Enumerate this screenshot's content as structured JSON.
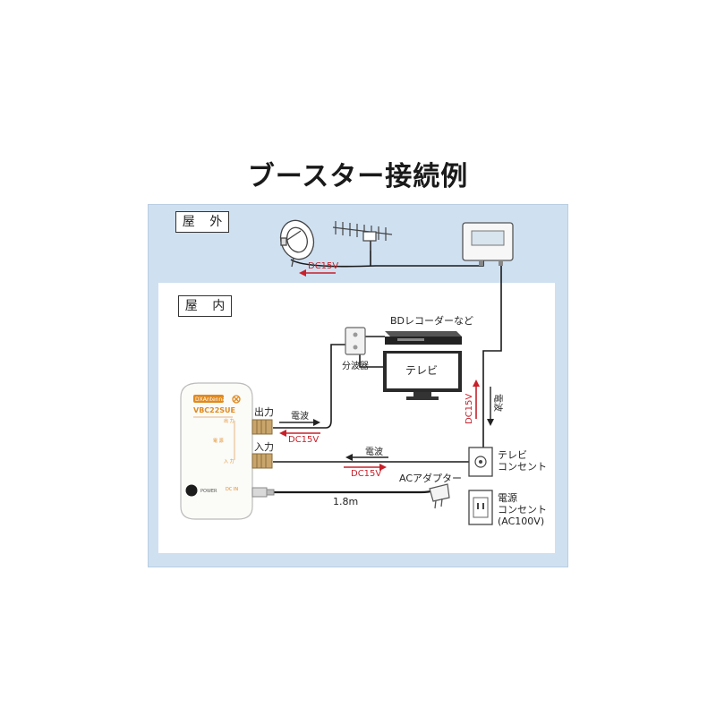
{
  "title": "ブースター接続例",
  "zones": {
    "outdoor": "屋 外",
    "indoor": "屋 内"
  },
  "labels": {
    "dc15v_outdoor": "DC15V",
    "bd_recorder": "BDレコーダーなど",
    "tv": "テレビ",
    "splitter": "分波器",
    "output": "出力",
    "input": "入力",
    "denpa_out": "電波",
    "dc15v_out": "DC15V",
    "denpa_in": "電波",
    "dc15v_in": "DC15V",
    "dc15v_vertical": "DC15V",
    "denpa_vertical": "電波",
    "tv_outlet_line1": "テレビ",
    "tv_outlet_line2": "コンセント",
    "ac_adapter": "ACアダプター",
    "cable_length": "1.8m",
    "power_outlet_line1": "電源",
    "power_outlet_line2": "コンセント",
    "power_outlet_line3": "(AC100V)"
  },
  "booster": {
    "brand": "DXAntenna",
    "model": "VBC22SUE",
    "port_out": "出 力",
    "port_mid": "電 源",
    "port_in": "入 力",
    "power_label": "POWER",
    "dc_in_label": "DC IN"
  },
  "colors": {
    "outdoor_bg": "#cfe0f1",
    "accent_red": "#c8202a",
    "booster_orange": "#e08a1e"
  }
}
